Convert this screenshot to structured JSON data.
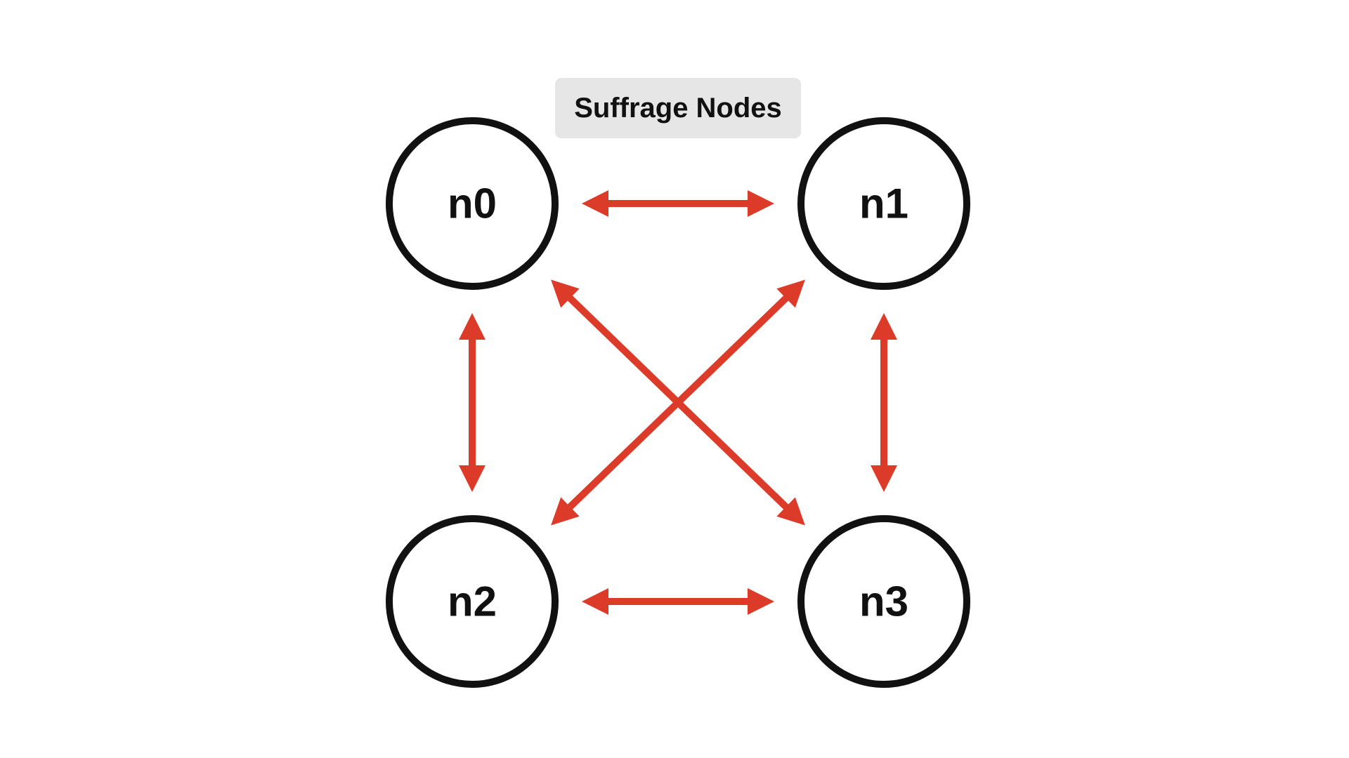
{
  "diagram": {
    "title": "Suffrage Nodes",
    "nodes": [
      {
        "id": "n0",
        "label": "n0"
      },
      {
        "id": "n1",
        "label": "n1"
      },
      {
        "id": "n2",
        "label": "n2"
      },
      {
        "id": "n3",
        "label": "n3"
      }
    ],
    "edges": [
      {
        "from": "n0",
        "to": "n1",
        "direction": "both"
      },
      {
        "from": "n0",
        "to": "n2",
        "direction": "both"
      },
      {
        "from": "n0",
        "to": "n3",
        "direction": "both"
      },
      {
        "from": "n1",
        "to": "n2",
        "direction": "both"
      },
      {
        "from": "n1",
        "to": "n3",
        "direction": "both"
      },
      {
        "from": "n2",
        "to": "n3",
        "direction": "both"
      }
    ]
  },
  "colors": {
    "arrow": "#dd3b2a",
    "node_stroke": "#111111",
    "node_fill": "#ffffff",
    "title_bg": "#e6e6e6",
    "background": "#ffffff"
  }
}
